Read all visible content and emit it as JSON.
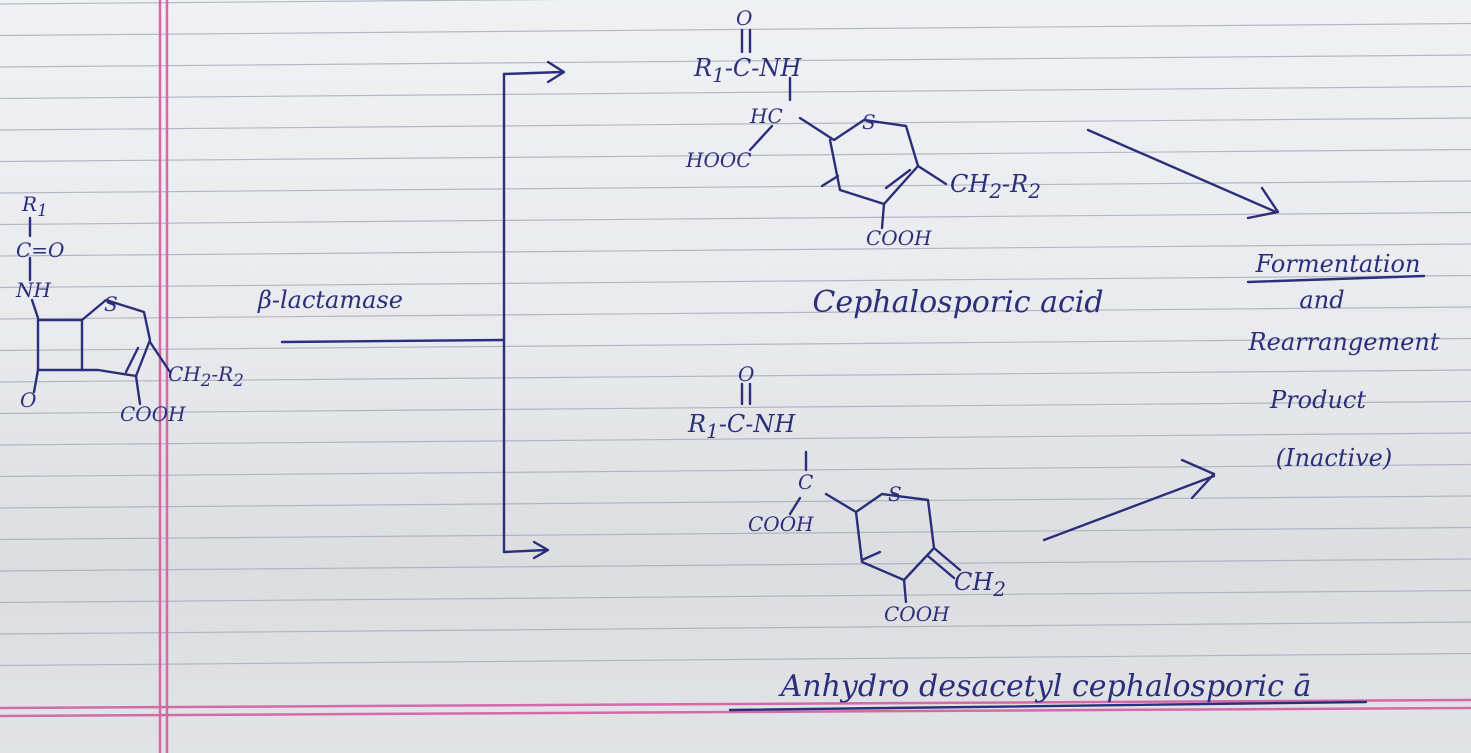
{
  "colors": {
    "ink": "#2b2f7a",
    "margin_line": "#d26aa8",
    "ruled_line": "#9fa6b8"
  },
  "starting_material": {
    "r1": "R",
    "r1_sub": "1",
    "carbonyl": "C=O",
    "amide": "NH",
    "sulfur": "S",
    "oxo": "O",
    "side_chain": "CH",
    "side_chain_sub": "2",
    "side_chain_tail": "-R",
    "side_chain_tail_sub": "2",
    "acid": "COOH"
  },
  "reagent": {
    "label": "β-lactamase"
  },
  "product_top": {
    "carbonyl_o": "O",
    "r1": "R",
    "r1_sub": "1",
    "amide_chain": "-C-NH",
    "ch": "HC",
    "hooc": "HOOC",
    "sulfur": "S",
    "side_chain": "CH",
    "side_chain_sub": "2",
    "side_chain_tail": "-R",
    "side_chain_tail_sub": "2",
    "acid": "COOH",
    "name": "Cephalosporic acid"
  },
  "product_bottom": {
    "carbonyl_o": "O",
    "r1": "R",
    "r1_sub": "1",
    "amide_chain": "-C-NH",
    "c": "C",
    "cooh_left": "COOH",
    "sulfur": "S",
    "exo": "CH",
    "exo_sub": "2",
    "acid": "COOH",
    "name": "Anhydro desacetyl cephalosporic ā"
  },
  "final_product": {
    "lines": [
      "Formentation",
      "and",
      "Rearrangement",
      "Product",
      "(Inactive)"
    ]
  }
}
